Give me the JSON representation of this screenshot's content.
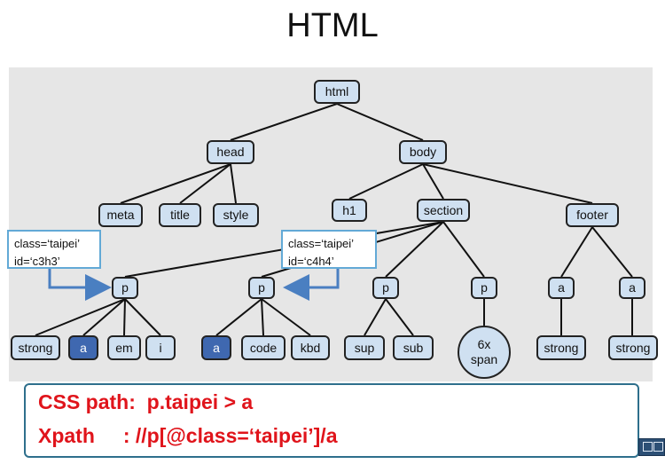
{
  "slide": {
    "title": "HTML"
  },
  "tree": {
    "nodes": {
      "html": "html",
      "head": "head",
      "body": "body",
      "meta": "meta",
      "title": "title",
      "style": "style",
      "h1": "h1",
      "section": "section",
      "footer": "footer",
      "p1": "p",
      "p2": "p",
      "p3": "p",
      "p4": "p",
      "a_footer1": "a",
      "a_footer2": "a",
      "strong1": "strong",
      "a1": "a",
      "em": "em",
      "i": "i",
      "a2": "a",
      "code": "code",
      "kbd": "kbd",
      "sup": "sup",
      "sub": "sub",
      "span_line1": "6x",
      "span_line2": "span",
      "strong2": "strong",
      "strong3": "strong"
    },
    "callouts": {
      "left": {
        "line1": "class=‘taipei’",
        "line2": "id=‘c3h3’"
      },
      "right": {
        "line1": "class=‘taipei’",
        "line2": "id=‘c4h4’"
      }
    }
  },
  "summary": {
    "css_path": "CSS path:  p.taipei > a",
    "xpath": "Xpath     : //p[@class=‘taipei’]/a"
  },
  "colors": {
    "node_fill": "#cfe0f1",
    "highlight_fill": "#3f68b0",
    "arrow": "#4a7fc1",
    "summary_text": "#e0141b"
  }
}
